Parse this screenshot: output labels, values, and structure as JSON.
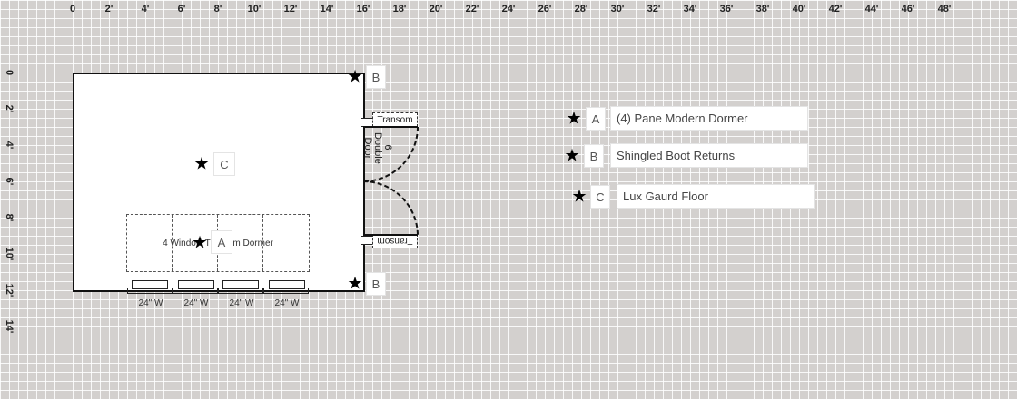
{
  "ruler_top": [
    "0",
    "2'",
    "4'",
    "6'",
    "8'",
    "10'",
    "12'",
    "14'",
    "16'",
    "18'",
    "20'",
    "22'",
    "24'",
    "26'",
    "28'",
    "30'",
    "32'",
    "34'",
    "36'",
    "38'",
    "40'",
    "42'",
    "44'",
    "46'",
    "48'"
  ],
  "ruler_left": [
    "0",
    "2'",
    "4'",
    "6'",
    "8'",
    "10'",
    "12'",
    "14'"
  ],
  "plan": {
    "dormer_label": "4 Window Transom Dormer",
    "windows": [
      "24\" W",
      "24\" W",
      "24\" W",
      "24\" W"
    ],
    "door_label_line1": "6'",
    "door_label_line2": "Double",
    "door_label_line3": "Door",
    "transom_top": "Transom",
    "transom_bottom": "Transom",
    "markers": {
      "a": "A",
      "b_top": "B",
      "b_bottom": "B",
      "c": "C"
    }
  },
  "legend": [
    {
      "key": "A",
      "text": "(4) Pane Modern Dormer"
    },
    {
      "key": "B",
      "text": "Shingled Boot Returns"
    },
    {
      "key": "C",
      "text": "Lux Gaurd Floor"
    }
  ],
  "icons": {
    "marker": "star-icon"
  }
}
